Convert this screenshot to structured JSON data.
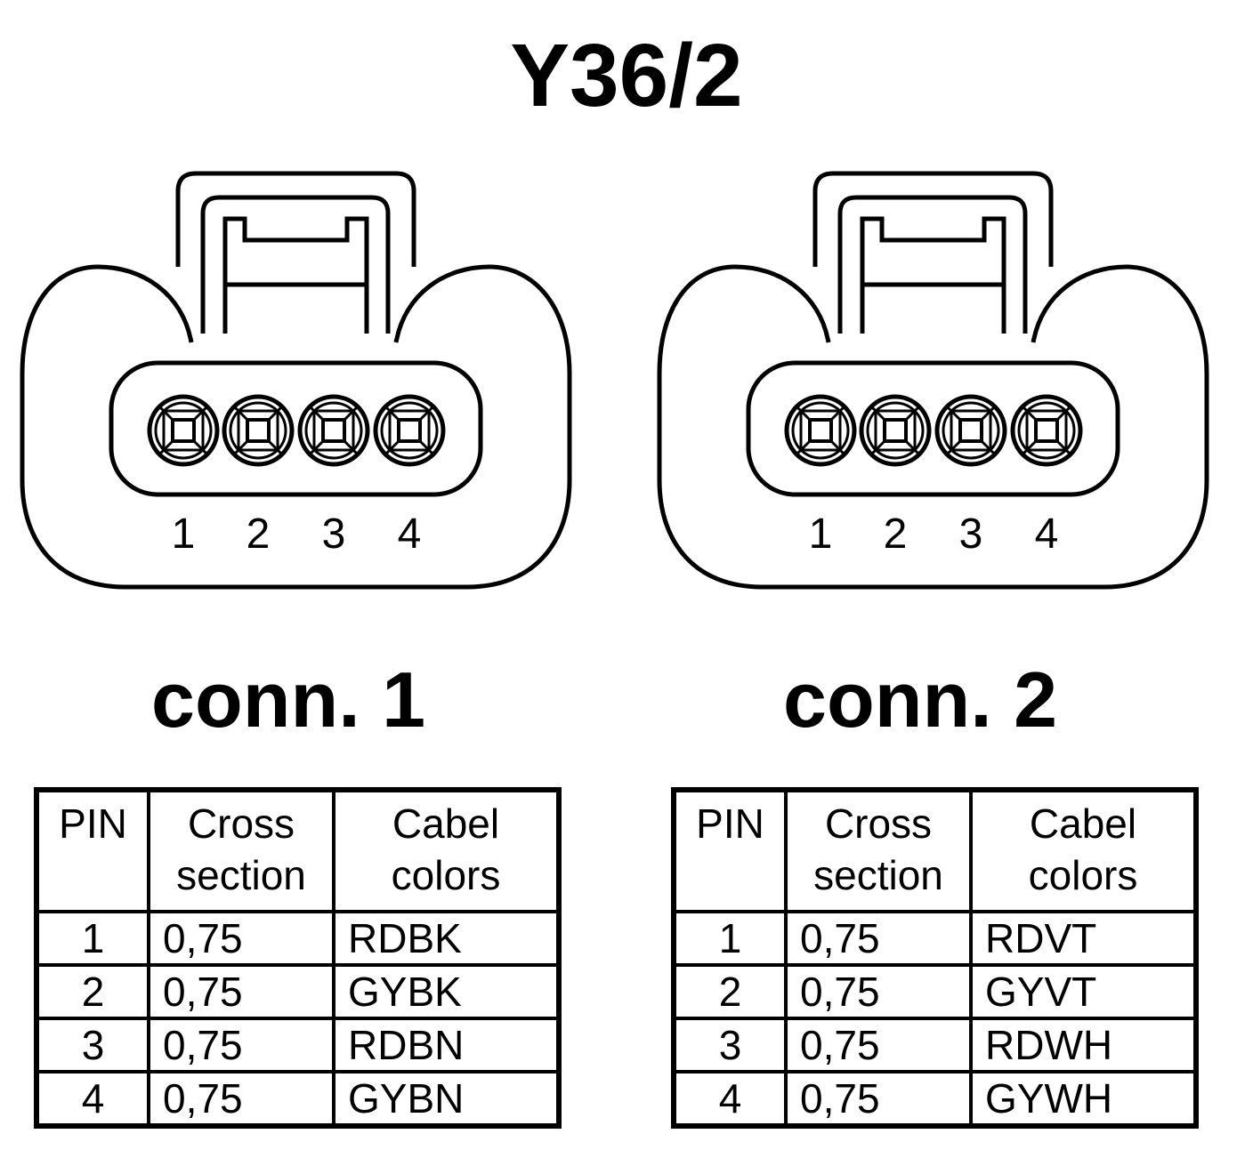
{
  "title": "Y36/2",
  "connectors": [
    {
      "label": "conn. 1",
      "pins": [
        "1",
        "2",
        "3",
        "4"
      ],
      "table": {
        "headers": {
          "pin": "PIN",
          "cross_section_line1": "Cross",
          "cross_section_line2": "section",
          "colors_line1": "Cabel",
          "colors_line2": "colors"
        },
        "rows": [
          {
            "pin": "1",
            "cross_section": "0,75",
            "color": "RDBK"
          },
          {
            "pin": "2",
            "cross_section": "0,75",
            "color": "GYBK"
          },
          {
            "pin": "3",
            "cross_section": "0,75",
            "color": "RDBN"
          },
          {
            "pin": "4",
            "cross_section": "0,75",
            "color": "GYBN"
          }
        ]
      }
    },
    {
      "label": "conn. 2",
      "pins": [
        "1",
        "2",
        "3",
        "4"
      ],
      "table": {
        "headers": {
          "pin": "PIN",
          "cross_section_line1": "Cross",
          "cross_section_line2": "section",
          "colors_line1": "Cabel",
          "colors_line2": "colors"
        },
        "rows": [
          {
            "pin": "1",
            "cross_section": "0,75",
            "color": "RDVT"
          },
          {
            "pin": "2",
            "cross_section": "0,75",
            "color": "GYVT"
          },
          {
            "pin": "3",
            "cross_section": "0,75",
            "color": "RDWH"
          },
          {
            "pin": "4",
            "cross_section": "0,75",
            "color": "GYWH"
          }
        ]
      }
    }
  ]
}
